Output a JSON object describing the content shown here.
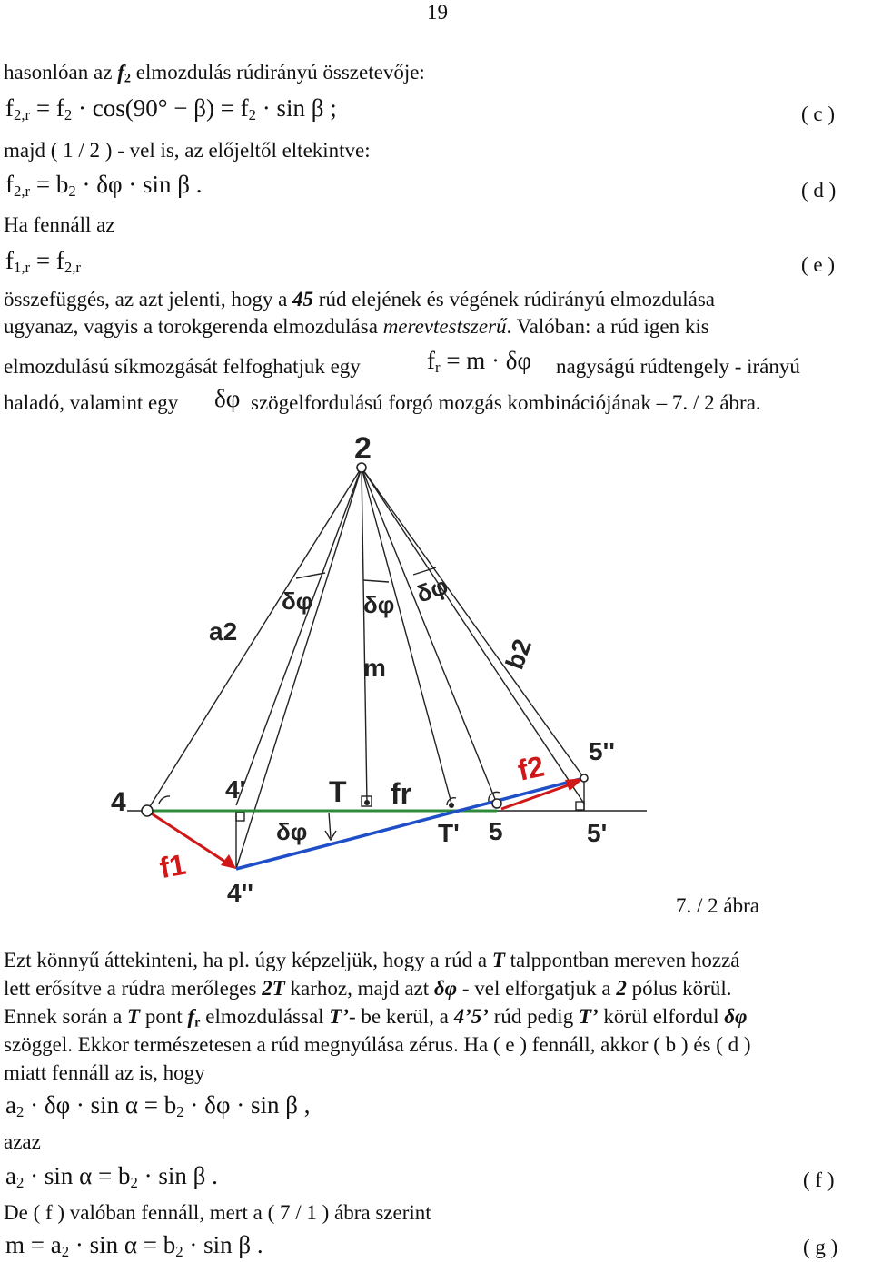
{
  "page_number": "19",
  "lines": {
    "l1_a": "hasonlóan az ",
    "l1_sym": "f",
    "l1_sub": "2",
    "l1_b": " elmozdulás rúdirányú összetevője:",
    "eq_c": "f",
    "eq_c_sub": "2,r",
    "eq_c_rest": " = f",
    "eq_c_sub2": "2",
    "eq_c_rest2": " · cos(90° − β) = f",
    "eq_c_sub3": "2",
    "eq_c_rest3": " · sin β ;",
    "eqno_c": "( c )",
    "l3": "majd ( 1 / 2 ) - vel is, az előjeltől eltekintve:",
    "eq_d_a": "f",
    "eq_d_sub": "2,r",
    "eq_d_b": " = b",
    "eq_d_sub2": "2",
    "eq_d_c": " · δφ · sin β .",
    "eqno_d": "( d )",
    "l5": "Ha fennáll az",
    "eq_e_a": "f",
    "eq_e_sub": "1,r",
    "eq_e_b": " = f",
    "eq_e_sub2": "2,r",
    "eqno_e": "( e )",
    "l7_a": "összefüggés, az azt jelenti, hogy a ",
    "l7_num": "45",
    "l7_b": " rúd elejének és végének rúdirányú elmozdulása",
    "l8_a": "ugyanaz, vagyis a torokgerenda elmozdulása ",
    "l8_it": "merevtestszerű",
    "l8_b": ". Valóban: a rúd igen kis",
    "l9_a": "elmozdulású síkmozgását felfoghatjuk egy",
    "l9_eq_a": "f",
    "l9_eq_sub": "r",
    "l9_eq_b": " = m · δφ",
    "l9_b": "nagyságú rúdtengely - irányú",
    "l10_a": "haladó, valamint egy",
    "l10_sym": "δφ",
    "l10_b": "szögelfordulású forgó mozgás kombinációjának – 7. / 2 ábra.",
    "caption": "7. / 2 ábra",
    "p2_l1_a": "Ezt könnyű áttekinteni, ha pl. úgy képzeljük, hogy a rúd a ",
    "p2_l1_T": "T",
    "p2_l1_b": " talppontban mereven hozzá",
    "p2_l2_a": "lett erősítve a rúdra merőleges ",
    "p2_l2_2T": "2T",
    "p2_l2_b": " karhoz, majd azt ",
    "p2_l2_dphi": "δφ",
    "p2_l2_c": " - vel elforgatjuk a ",
    "p2_l2_2": "2",
    "p2_l2_d": " pólus körül.",
    "p2_l3_a": "Ennek során a ",
    "p2_l3_T": "T",
    "p2_l3_b": " pont ",
    "p2_l3_fr": "f",
    "p2_l3_fr_sub": "r",
    "p2_l3_c": " elmozdulással ",
    "p2_l3_Tp": "T’",
    "p2_l3_d": "- be kerül, a ",
    "p2_l3_45": "4’5’",
    "p2_l3_e": " rúd pedig ",
    "p2_l3_Tp2": "T’",
    "p2_l3_f": " körül elfordul ",
    "p2_l3_dphi": "δφ",
    "p2_l4": "szöggel. Ekkor természetesen a rúd megnyúlása zérus. Ha ( e ) fennáll, akkor ( b ) és ( d )",
    "p2_l5": "miatt fennáll az is, hogy",
    "eq_h_a": "a",
    "eq_h_sub": "2",
    "eq_h_b": " · δφ · sin α = b",
    "eq_h_sub2": "2",
    "eq_h_c": " · δφ · sin β ,",
    "l_azaz": "azaz",
    "eq_f_a": "a",
    "eq_f_sub": "2",
    "eq_f_b": " · sin α = b",
    "eq_f_sub2": "2",
    "eq_f_c": " · sin β .",
    "eqno_f": "( f )",
    "l_de": "De ( f ) valóban fennáll, mert a ( 7 / 1 ) ábra szerint",
    "eq_g_a": "m = a",
    "eq_g_sub": "2",
    "eq_g_b": " · sin α = b",
    "eq_g_sub2": "2",
    "eq_g_c": " · sin β .",
    "eqno_g": "( g )"
  },
  "figure": {
    "labels": {
      "pole": "2",
      "p4": "4",
      "p4p": "4'",
      "p4pp": "4''",
      "pT": "T",
      "pTp": "T'",
      "p5": "5",
      "p5p": "5'",
      "p5pp": "5''",
      "a2": "a2",
      "b2": "b2",
      "m": "m",
      "dphi1": "δφ",
      "dphi2": "δφ",
      "dphi3": "δφ",
      "dphi4": "δφ",
      "fr": "fr",
      "f1": "f1",
      "f2": "f2"
    },
    "colors": {
      "line": "#222222",
      "green_axis": "#2e8b3c",
      "blue_bar": "#1f4fc8",
      "red_vec": "#d01818"
    }
  }
}
